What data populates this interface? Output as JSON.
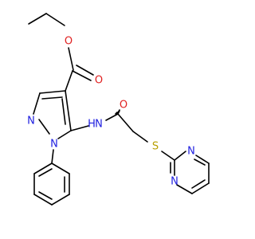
{
  "molecule": {
    "atoms": {
      "o_ester_ether": "O",
      "o_ester_carbonyl": "O",
      "o_amide": "O",
      "n_pyrazole_2": "N",
      "n_pyrazole_1": "N",
      "n_amide": "N",
      "h_amide": "H",
      "s_thioether": "S",
      "n_pyrimidine_top": "N",
      "n_pyrimidine_bottom": "N"
    },
    "colors": {
      "carbon": "#000000",
      "nitrogen": "#2020e0",
      "oxygen": "#e02020",
      "sulfur": "#b8a000"
    }
  }
}
